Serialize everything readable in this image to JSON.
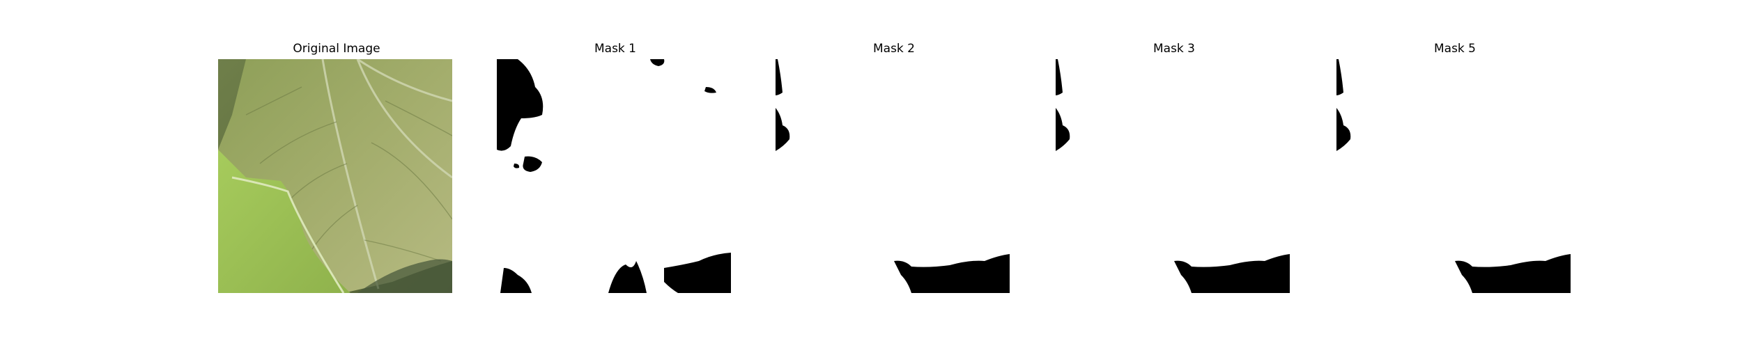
{
  "figure": {
    "panels": [
      {
        "id": "original",
        "title": "Original Image",
        "kind": "photo"
      },
      {
        "id": "mask1",
        "title": "Mask 1",
        "kind": "mask"
      },
      {
        "id": "mask2",
        "title": "Mask 2",
        "kind": "mask"
      },
      {
        "id": "mask3",
        "title": "Mask 3",
        "kind": "mask"
      },
      {
        "id": "mask5",
        "title": "Mask 5",
        "kind": "mask"
      }
    ]
  },
  "colors": {
    "background": "#ffffff",
    "mask_foreground": "#000000",
    "mask_background": "#ffffff",
    "leaf_dark": "#8fa35a",
    "leaf_light": "#9fc457",
    "leaf_vein": "#cfd9b0"
  }
}
